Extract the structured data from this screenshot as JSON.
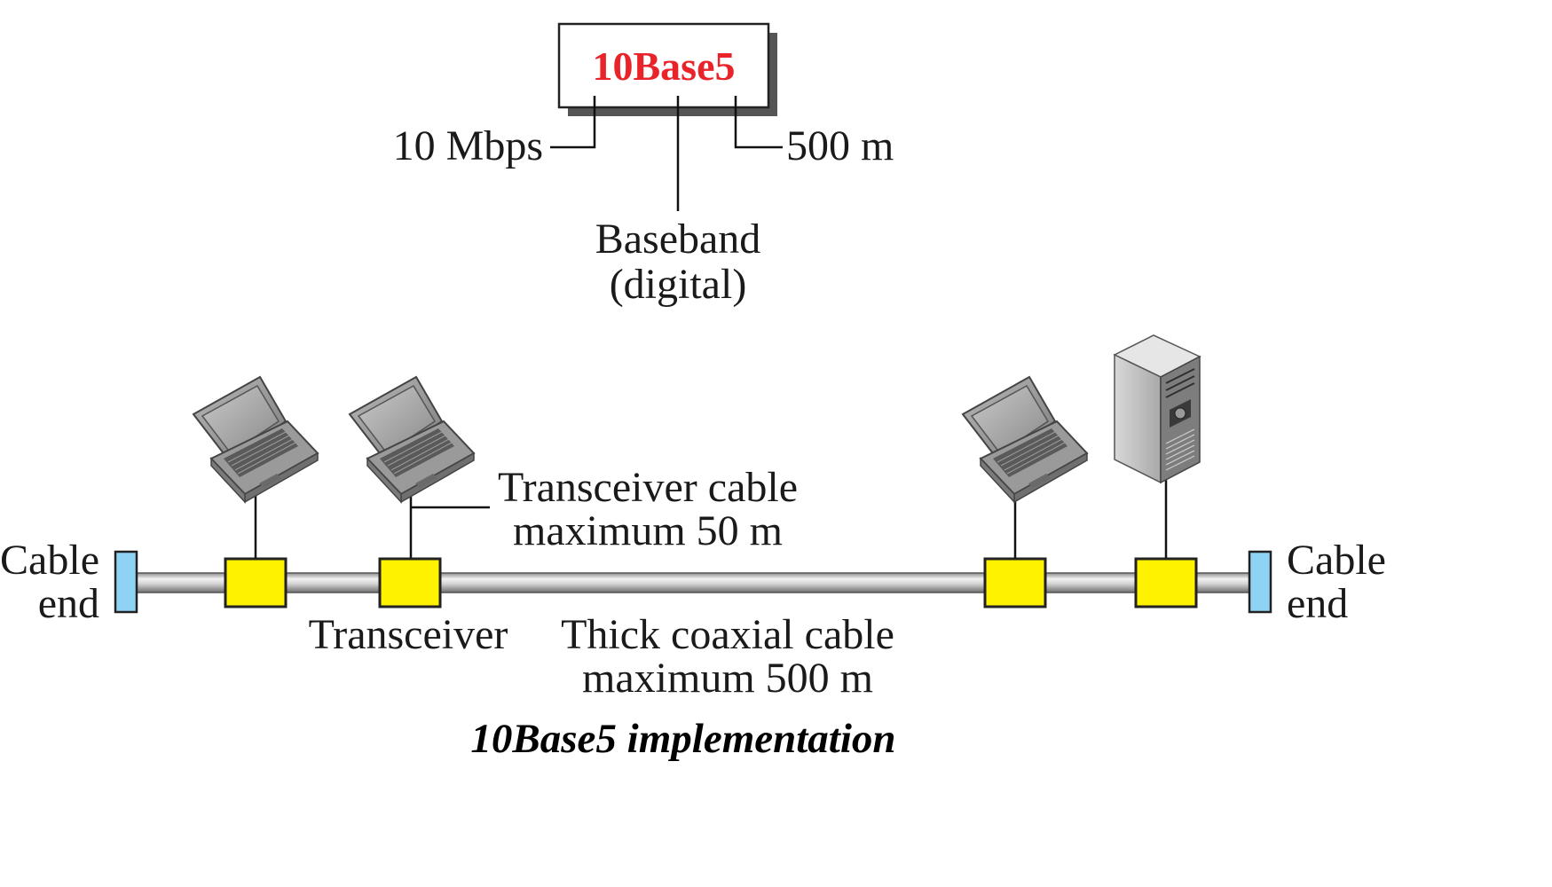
{
  "title_box": {
    "text": "10Base5",
    "color": "#e8242a"
  },
  "naming_labels": {
    "speed": "10 Mbps",
    "length": "500 m",
    "signal_line1": "Baseband",
    "signal_line2": "(digital)"
  },
  "network": {
    "left_end_line1": "Cable",
    "left_end_line2": "end",
    "right_end_line1": "Cable",
    "right_end_line2": "end",
    "transceiver_cable_line1": "Transceiver cable",
    "transceiver_cable_line2": "maximum 50 m",
    "transceiver_label": "Transceiver",
    "coax_line1": "Thick coaxial cable",
    "coax_line2": "maximum 500 m",
    "devices": [
      {
        "type": "laptop-icon"
      },
      {
        "type": "laptop-icon"
      },
      {
        "type": "laptop-icon"
      },
      {
        "type": "server-tower-icon"
      }
    ],
    "colors": {
      "transceiver": "#fff200",
      "cable_end": "#8fd3f4",
      "coax": "#c8c8c8"
    }
  },
  "caption": "10Base5  implementation"
}
